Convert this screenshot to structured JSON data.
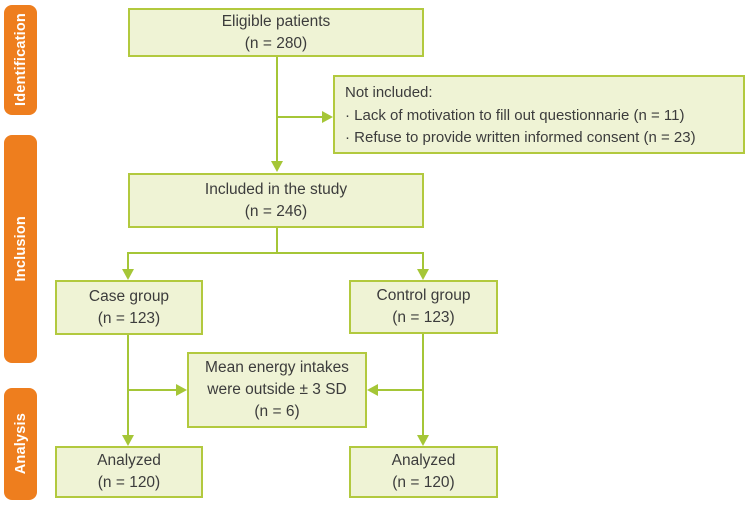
{
  "palette": {
    "orange": "#ee7e1e",
    "box_fill": "#eff3d5",
    "box_border": "#b2c93e",
    "line": "#a5c637",
    "text": "#3c3c3c",
    "stage_text": "#ffffff",
    "background": "#ffffff"
  },
  "stages": [
    {
      "label": "Identification"
    },
    {
      "label": "Inclusion"
    },
    {
      "label": "Analysis"
    }
  ],
  "boxes": {
    "eligible": {
      "line1": "Eligible patients",
      "line2": "(n = 280)"
    },
    "not_included": {
      "title": "Not included:",
      "items": [
        "· Lack of motivation to fill out questionnarie (n = 11)",
        "· Refuse to provide written informed consent (n = 23)"
      ]
    },
    "included": {
      "line1": "Included in the study",
      "line2": "(n = 246)"
    },
    "case_group": {
      "line1": "Case group",
      "line2": "(n = 123)"
    },
    "control_group": {
      "line1": "Control group",
      "line2": "(n = 123)"
    },
    "excluded": {
      "line1": "Mean energy intakes",
      "line2": "were outside ± 3 SD",
      "line3": "(n = 6)"
    },
    "analyzed_case": {
      "line1": "Analyzed",
      "line2": "(n = 120)"
    },
    "analyzed_control": {
      "line1": "Analyzed",
      "line2": "(n = 120)"
    }
  }
}
